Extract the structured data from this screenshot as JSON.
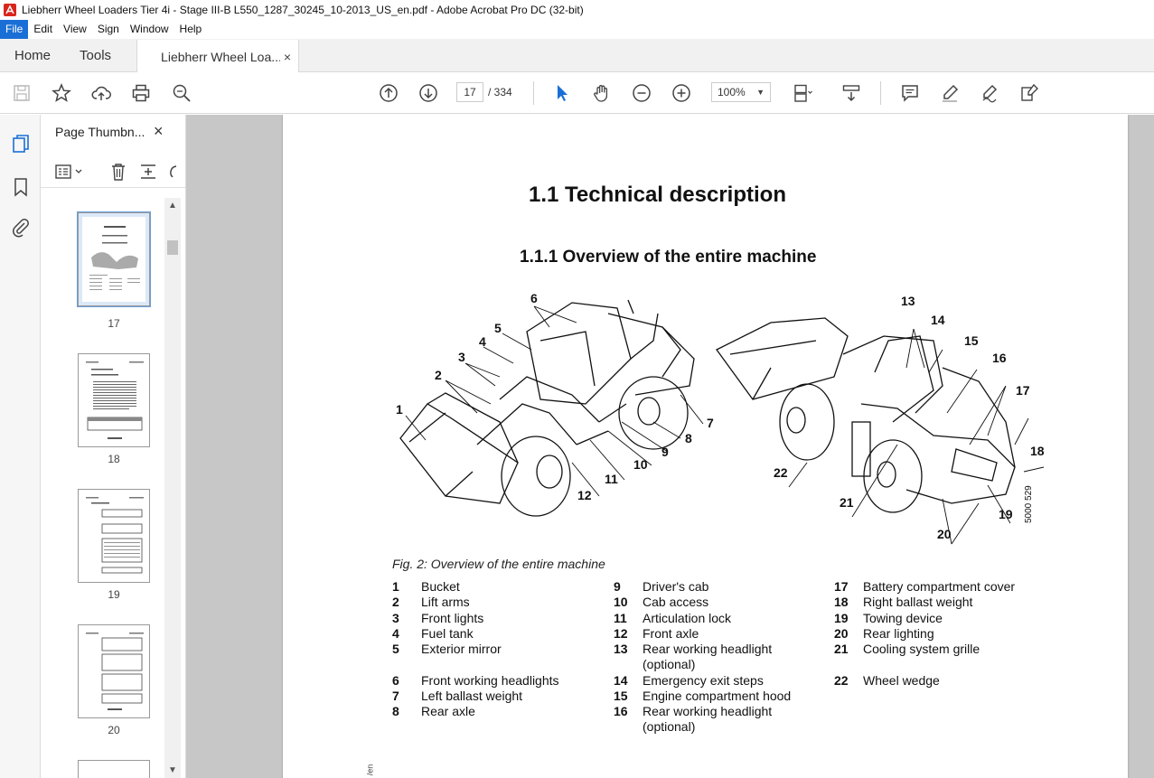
{
  "window": {
    "title": "Liebherr Wheel Loaders Tier 4i - Stage III-B L550_1287_30245_10-2013_US_en.pdf - Adobe Acrobat Pro DC (32-bit)"
  },
  "menu": [
    "File",
    "Edit",
    "View",
    "Sign",
    "Window",
    "Help"
  ],
  "tabs": {
    "home": "Home",
    "tools": "Tools",
    "document": "Liebherr Wheel Loa...",
    "close": "×"
  },
  "toolbar": {
    "page_current": "17",
    "page_total": "/ 334",
    "zoom": "100%"
  },
  "thumbnails": {
    "panel_title": "Page Thumbn...",
    "close": "×",
    "pages": [
      "17",
      "18",
      "19",
      "20"
    ]
  },
  "document_page": {
    "heading1": "1.1   Technical description",
    "heading2": "1.1.1   Overview of the entire machine",
    "figure_code": "5000 529",
    "caption": "Fig. 2: Overview of the entire machine",
    "footer_text": "/en",
    "callouts": [
      "1",
      "2",
      "3",
      "4",
      "5",
      "6",
      "7",
      "8",
      "9",
      "10",
      "11",
      "12",
      "13",
      "14",
      "15",
      "16",
      "17",
      "18",
      "19",
      "20",
      "21",
      "22"
    ],
    "legend": [
      {
        "n": "1",
        "t": "Bucket"
      },
      {
        "n": "2",
        "t": "Lift arms"
      },
      {
        "n": "3",
        "t": "Front lights"
      },
      {
        "n": "4",
        "t": "Fuel tank"
      },
      {
        "n": "5",
        "t": "Exterior mirror"
      },
      {
        "n": "6",
        "t": "Front working headlights"
      },
      {
        "n": "7",
        "t": "Left ballast weight"
      },
      {
        "n": "8",
        "t": "Rear axle"
      },
      {
        "n": "9",
        "t": "Driver's cab"
      },
      {
        "n": "10",
        "t": "Cab access"
      },
      {
        "n": "11",
        "t": "Articulation lock"
      },
      {
        "n": "12",
        "t": "Front axle"
      },
      {
        "n": "13",
        "t": "Rear working headlight (optional)"
      },
      {
        "n": "14",
        "t": "Emergency exit steps"
      },
      {
        "n": "15",
        "t": "Engine compartment hood"
      },
      {
        "n": "16",
        "t": "Rear working headlight (optional)"
      },
      {
        "n": "17",
        "t": "Battery compartment cover"
      },
      {
        "n": "18",
        "t": "Right ballast weight"
      },
      {
        "n": "19",
        "t": "Towing device"
      },
      {
        "n": "20",
        "t": "Rear lighting"
      },
      {
        "n": "21",
        "t": "Cooling system grille"
      },
      {
        "n": "22",
        "t": "Wheel wedge"
      }
    ]
  }
}
